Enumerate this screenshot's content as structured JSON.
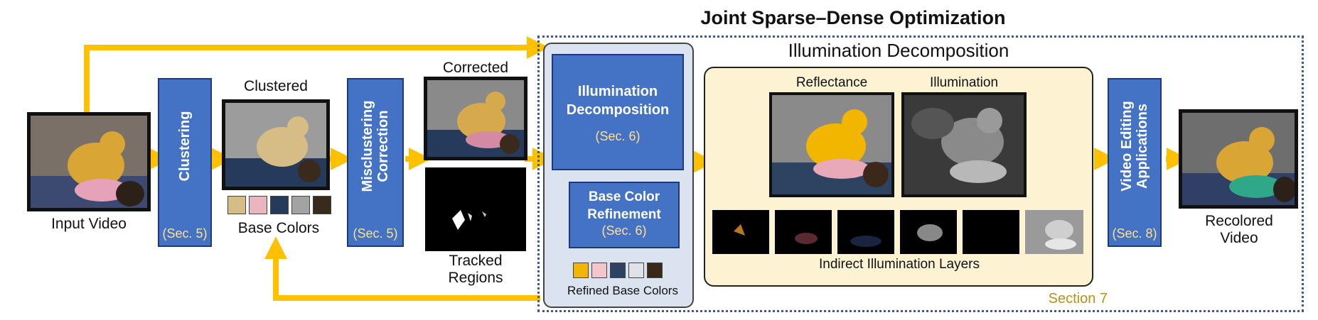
{
  "header": {
    "title": "Joint Sparse–Dense Optimization"
  },
  "input": {
    "label": "Input Video"
  },
  "clustering": {
    "label": "Clustering",
    "sec": "(Sec. 5)"
  },
  "clustered": {
    "label": "Clustered",
    "base_colors_label": "Base Colors",
    "swatches": [
      "#d6bd85",
      "#e9b6bf",
      "#263a5c",
      "#a3a3a3",
      "#3a2a1c"
    ]
  },
  "misclustering": {
    "label": "Misclustering\nCorrection",
    "sec": "(Sec. 5)"
  },
  "corrected": {
    "label": "Corrected"
  },
  "tracked": {
    "label": "Tracked\nRegions"
  },
  "illum_step": {
    "label": "Illumination\nDecomposition",
    "sec": "(Sec. 6)"
  },
  "base_refine": {
    "label": "Base Color\nRefinement",
    "sec": "(Sec. 6)"
  },
  "refined": {
    "label": "Refined Base Colors",
    "swatches": [
      "#f2b500",
      "#f4c6cc",
      "#2e4262",
      "#dfe2e6",
      "#3b281a"
    ]
  },
  "illum_panel": {
    "title": "Illumination Decomposition",
    "reflectance": "Reflectance",
    "illumination": "Illumination",
    "indirect": "Indirect Illumination Layers"
  },
  "section_label": "Section 7",
  "video_editing": {
    "label": "Video Editing\nApplications",
    "sec": "(Sec. 8)"
  },
  "recolored": {
    "label": "Recolored\nVideo"
  },
  "colors": {
    "accent_blue": "#4472c4",
    "arrow": "#ffc000",
    "panel": "#fdf3d2",
    "joint_bg": "#dbe3f1"
  }
}
